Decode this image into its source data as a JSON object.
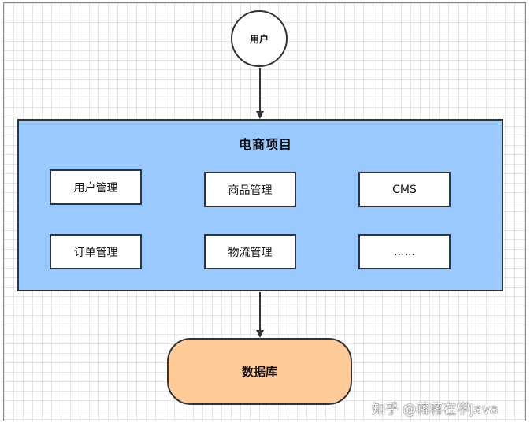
{
  "diagram": {
    "user": "用户",
    "project": {
      "title": "电商项目",
      "modules": [
        "用户管理",
        "商品管理",
        "CMS",
        "订单管理",
        "物流管理",
        "......"
      ]
    },
    "database": "数据库"
  },
  "watermark": "知乎 @蒋蒋在学Java",
  "colors": {
    "project_fill": "#99c9ff",
    "database_fill": "#ffcc99",
    "stroke": "#333333"
  }
}
